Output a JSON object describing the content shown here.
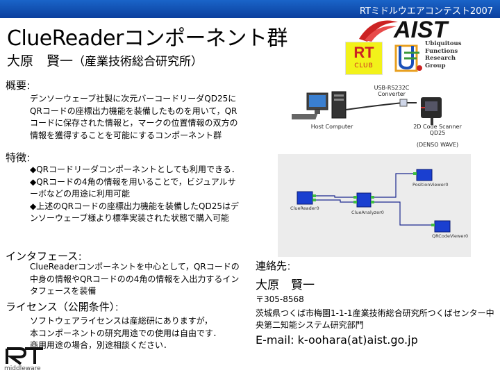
{
  "header": {
    "banner": "RTミドルウエアコンテスト2007"
  },
  "title": "ClueReaderコンポーネント群",
  "author": {
    "name": "大原　賢一",
    "affiliation": "（産業技術総合研究所）"
  },
  "logos": {
    "aist": "AIST",
    "rt_club_top": "RT",
    "rt_club_bottom": "CLUB",
    "ufrg_lines": [
      "Ubiquitous",
      "Functions",
      "Research",
      "Group"
    ],
    "rt_middleware_top": "RT",
    "rt_middleware_bottom": "middleware"
  },
  "sections": {
    "overview": {
      "heading": "概要",
      "colon": "：",
      "text": "デンソーウェーブ社製に次元バーコードリーダQD25にQRコードの座標出力機能を装備したものを用いて，QRコードに保存された情報と，マークの位置情報の双方の情報を獲得することを可能にするコンポーネント群"
    },
    "features": {
      "heading": "特徴",
      "colon": "：",
      "items": [
        "◆QRコードリーダコンポーネントとしても利用できる．",
        "◆QRコードの4角の情報を用いることで，ビジュアルサーボなどの用途に利用可能",
        "◆上述のQRコードの座標出力機能を装備したQD25はデンソーウェーブ様より標準実装された状態で購入可能"
      ]
    },
    "interface": {
      "heading": "インタフェース",
      "colon": "：",
      "text": "ClueReaderコンポーネントを中心として，QRコードの中身の情報やQRコードのの4角の情報を入出力するインタフェースを装備"
    },
    "license": {
      "heading": "ライセンス（公開条件）",
      "colon": "：",
      "lines": [
        "ソフトウェアライセンスは産総研にありますが，",
        "本コンポーネントの研究用途での使用は自由です．",
        "商用用途の場合，別途相談ください．"
      ]
    }
  },
  "hardware": {
    "converter_label": "USB-RS232C\nConverter",
    "host_label": "Host Computer",
    "scanner_label": "2D Code Scanner\nQD25",
    "maker_label": "(DENSO WAVE)"
  },
  "component_diagram": {
    "nodes": [
      "ClueReader0",
      "ClueAnalyzer0",
      "PositionViewer0",
      "QRCodeViewer0"
    ]
  },
  "contact": {
    "label": "連絡先",
    "colon": "：",
    "name": "大原　賢一",
    "postal": "〒305-8568",
    "address": "茨城県つくば市梅園1-1-1産業技術総合研究所つくばセンター中央第二知能システム研究部門",
    "email": "E-mail: k-oohara(at)aist.go.jp"
  },
  "colors": {
    "banner": "#1a64c8",
    "accent_red": "#cc2222",
    "node_blue": "#1a3fd0",
    "node_green": "#3fbf3f"
  }
}
